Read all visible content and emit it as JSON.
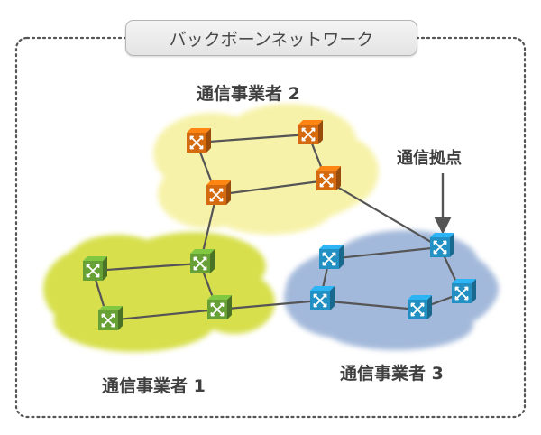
{
  "title": "バックボーンネットワーク",
  "carriers": [
    {
      "label": "通信事業者 2",
      "color": "#f6f1a0",
      "node_color": "#d56a0f"
    },
    {
      "label": "通信事業者 1",
      "color": "#d4dd3c",
      "node_color": "#67a035"
    },
    {
      "label": "通信事業者 3",
      "color": "#9cb4d8",
      "node_color": "#2390c4"
    }
  ],
  "callout": {
    "label": "通信拠点"
  },
  "colors": {
    "frame": "#555555",
    "link": "#555555",
    "text": "#3f3f3f"
  }
}
